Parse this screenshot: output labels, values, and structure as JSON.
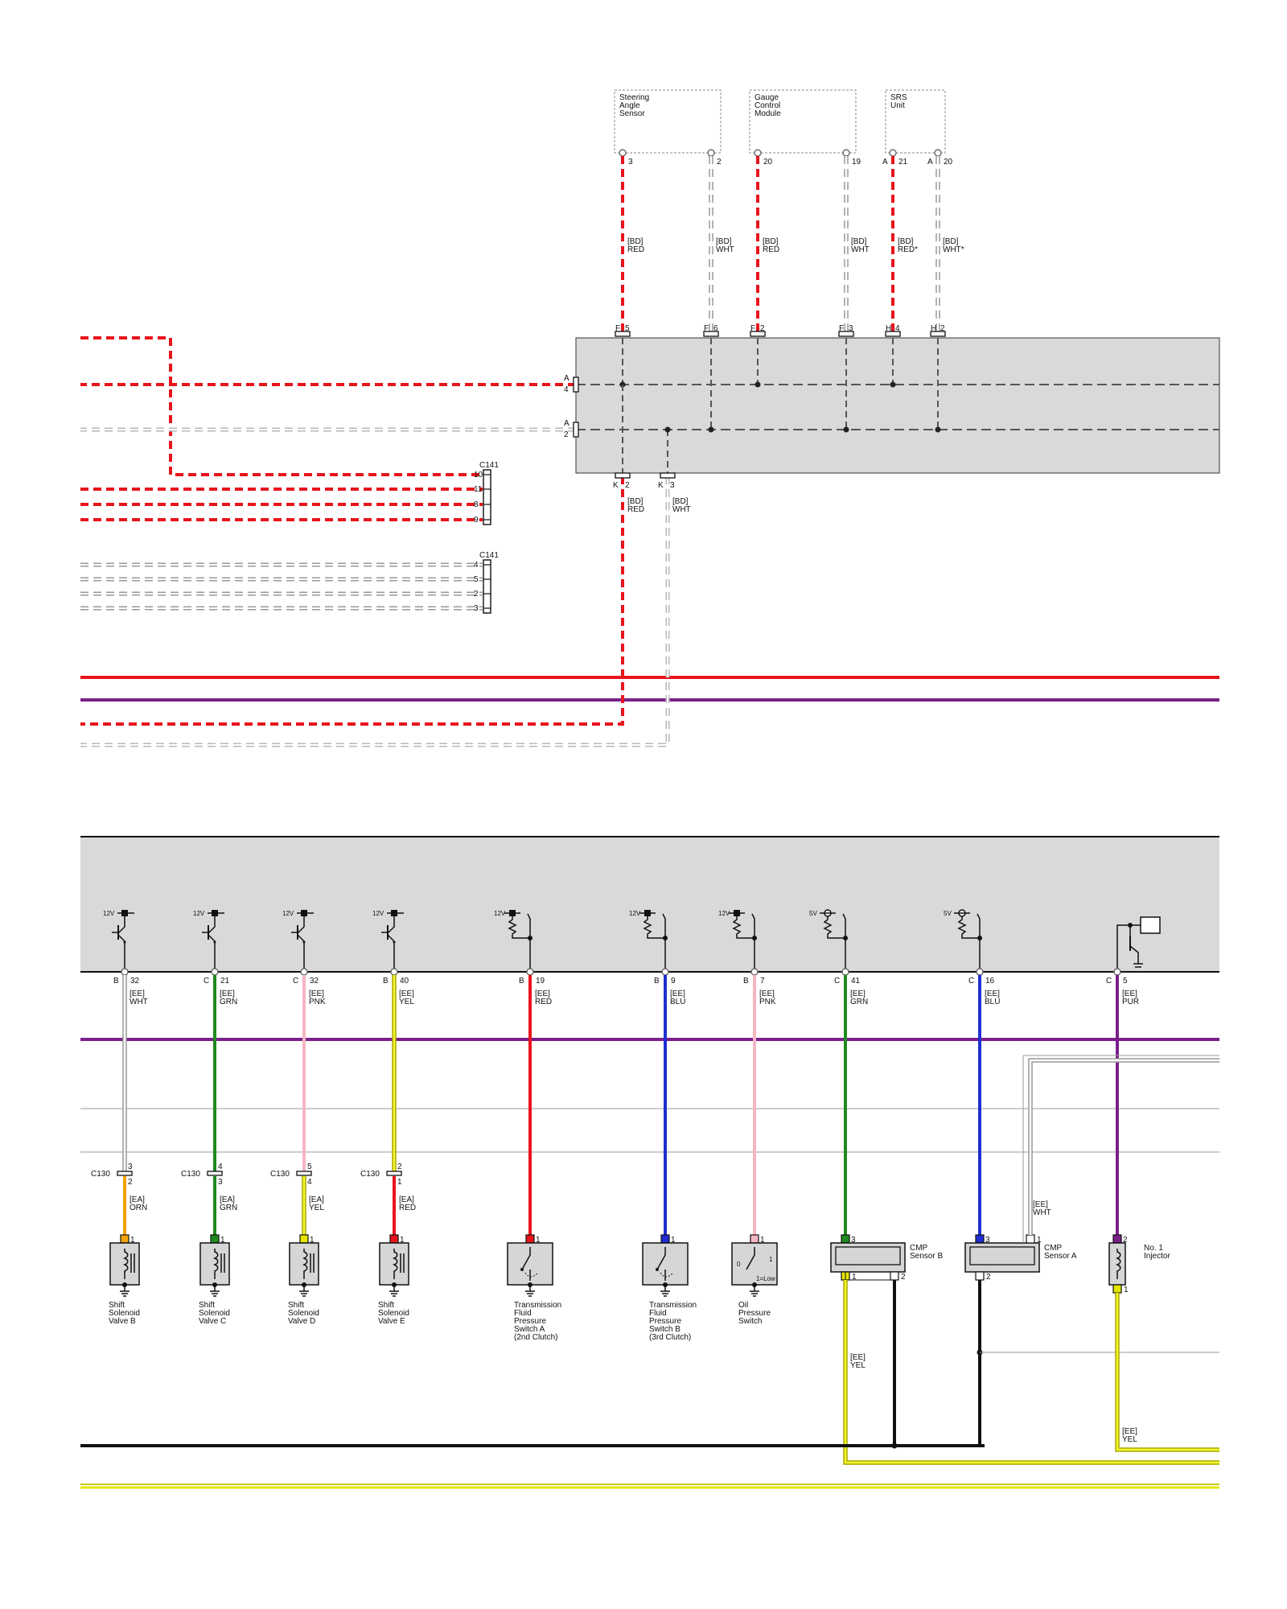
{
  "colors": {
    "RED": "#e8141c",
    "WHT": "#b8b8b8",
    "GRN": "#1f8a1f",
    "PNK": "#f4b6c2",
    "YEL": "#e6e600",
    "BLU": "#1f2fd0",
    "PUR": "#7a1f8a",
    "ORN": "#f2a20c",
    "BLK": "#111111",
    "ecm_fill": "#d9d9d9"
  },
  "top_components": [
    {
      "name": "Steering\nAngle\nSensor",
      "pins": [
        {
          "pin": "3",
          "wire_code": "[BD]",
          "wire_color": "RED",
          "conn": "F",
          "conn_pin": "5"
        },
        {
          "pin": "2",
          "wire_code": "[BD]",
          "wire_color": "WHT",
          "conn": "F",
          "conn_pin": "6"
        }
      ]
    },
    {
      "name": "Gauge\nControl\nModule",
      "pins": [
        {
          "pin": "20",
          "wire_code": "[BD]",
          "wire_color": "RED",
          "conn": "F",
          "conn_pin": "2"
        },
        {
          "pin": "19",
          "wire_code": "[BD]",
          "wire_color": "WHT",
          "conn": "F",
          "conn_pin": "3"
        }
      ]
    },
    {
      "name": "SRS\nUnit",
      "pins": [
        {
          "pin": "21",
          "pin_prefix": "A",
          "wire_code": "[BD]",
          "wire_color": "RED*",
          "conn": "H",
          "conn_pin": "4"
        },
        {
          "pin": "20",
          "pin_prefix": "A",
          "wire_code": "[BD]",
          "wire_color": "WHT*",
          "conn": "H",
          "conn_pin": "2"
        }
      ]
    }
  ],
  "junction_box": {
    "left_pins": [
      {
        "conn": "A",
        "pin": "4"
      },
      {
        "conn": "A",
        "pin": "2"
      }
    ],
    "bottom_pins": [
      {
        "conn": "K",
        "pin": "2",
        "wire_code": "[BD]",
        "wire_color": "RED"
      },
      {
        "conn": "K",
        "pin": "3",
        "wire_code": "[BD]",
        "wire_color": "WHT"
      }
    ]
  },
  "c141_groups": [
    {
      "connector": "C141",
      "pins": [
        "10",
        "11",
        "8",
        "9"
      ]
    },
    {
      "connector": "C141",
      "pins": [
        "4",
        "5",
        "2",
        "3"
      ]
    }
  ],
  "ecm_pins": [
    {
      "supply": "12V",
      "type": "transistor",
      "conn": "B",
      "pin": "32",
      "ee_code": "[EE]",
      "ee_color": "WHT",
      "c130": "C130",
      "c130_pins": [
        "3",
        "2"
      ],
      "ea_code": "[EA]",
      "ea_color": "ORN",
      "comp_pin": "1",
      "component": "Shift\nSolenoid\nValve B",
      "kind": "solenoid"
    },
    {
      "supply": "12V",
      "type": "transistor",
      "conn": "C",
      "pin": "21",
      "ee_code": "[EE]",
      "ee_color": "GRN",
      "c130": "C130",
      "c130_pins": [
        "4",
        "3"
      ],
      "ea_code": "[EA]",
      "ea_color": "GRN",
      "comp_pin": "1",
      "component": "Shift\nSolenoid\nValve C",
      "kind": "solenoid"
    },
    {
      "supply": "12V",
      "type": "transistor",
      "conn": "C",
      "pin": "32",
      "ee_code": "[EE]",
      "ee_color": "PNK",
      "c130": "C130",
      "c130_pins": [
        "5",
        "4"
      ],
      "ea_code": "[EA]",
      "ea_color": "YEL",
      "comp_pin": "1",
      "component": "Shift\nSolenoid\nValve D",
      "kind": "solenoid"
    },
    {
      "supply": "12V",
      "type": "transistor",
      "conn": "B",
      "pin": "40",
      "ee_code": "[EE]",
      "ee_color": "YEL",
      "c130": "C130",
      "c130_pins": [
        "2",
        "1"
      ],
      "ea_code": "[EA]",
      "ea_color": "RED",
      "comp_pin": "1",
      "component": "Shift\nSolenoid\nValve E",
      "kind": "solenoid"
    },
    {
      "supply": "12V",
      "type": "pullup",
      "conn": "B",
      "pin": "19",
      "ee_code": "[EE]",
      "ee_color": "RED",
      "comp_pin": "1",
      "component": "Transmission\nFluid\nPressure\nSwitch A\n(2nd Clutch)",
      "kind": "switch"
    },
    {
      "supply": "12V",
      "type": "pullup",
      "conn": "B",
      "pin": "9",
      "ee_code": "[EE]",
      "ee_color": "BLU",
      "comp_pin": "1",
      "component": "Transmission\nFluid\nPressure\nSwitch B\n(3rd Clutch)",
      "kind": "switch"
    },
    {
      "supply": "12V",
      "type": "pullup",
      "conn": "B",
      "pin": "7",
      "ee_code": "[EE]",
      "ee_color": "PNK",
      "comp_pin": "1",
      "component": "Oil\nPressure\nSwitch",
      "kind": "oilswitch",
      "switch_labels": [
        "0",
        "1",
        "1=Low"
      ]
    },
    {
      "supply": "5V",
      "type": "pullup5",
      "conn": "C",
      "pin": "41",
      "ee_code": "[EE]",
      "ee_color": "GRN",
      "comp_pin": "3",
      "component": "CMP\nSensor B",
      "kind": "sensor"
    },
    {
      "supply": "5V",
      "type": "pullup5",
      "conn": "C",
      "pin": "16",
      "ee_code": "[EE]",
      "ee_color": "BLU",
      "comp_pin": "3",
      "component": "CMP\nSensor A",
      "kind": "sensor"
    },
    {
      "supply": "",
      "type": "injector_driver",
      "conn": "C",
      "pin": "5",
      "ee_code": "[EE]",
      "ee_color": "PUR",
      "comp_pin": "2",
      "component": "No. 1\nInjector",
      "kind": "injector"
    }
  ],
  "cmp_sensor_a_pins": {
    "sig": "3",
    "wht": "1",
    "gnd": "2",
    "wht_code": "[EE]",
    "wht_color": "WHT"
  },
  "cmp_sensor_b_pins": {
    "sig": "3",
    "out": "1",
    "gnd": "2",
    "out_code": "[EE]",
    "out_color": "YEL"
  },
  "injector_lower": {
    "pin": "1",
    "wire_code": "[EE]",
    "wire_color": "YEL"
  }
}
